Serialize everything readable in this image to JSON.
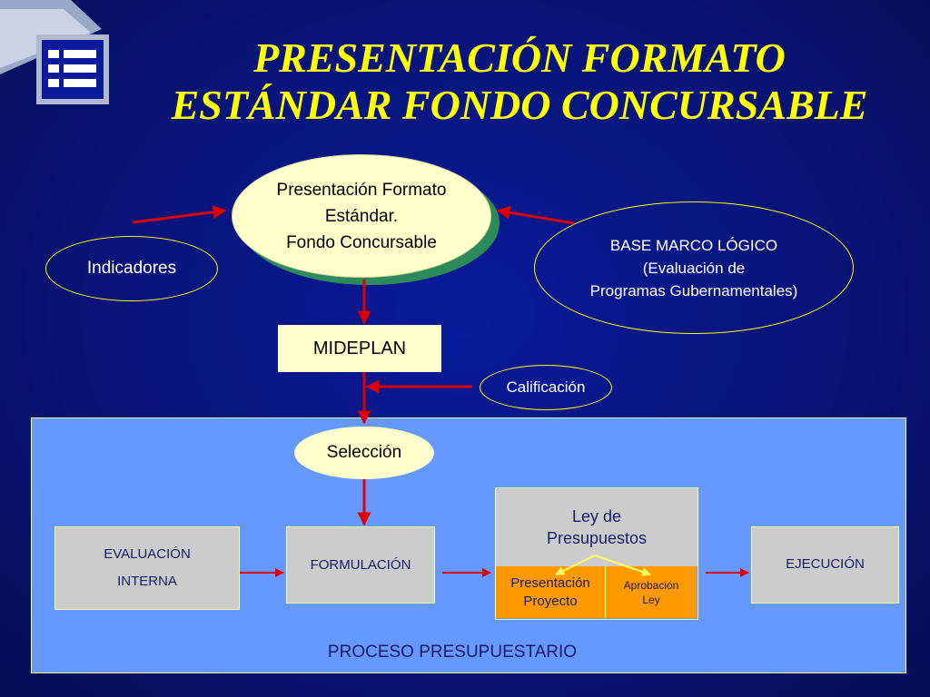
{
  "title": {
    "line1": "PRESENTACIÓN FORMATO",
    "line2": "ESTÁNDAR FONDO CONCURSABLE"
  },
  "logo_icon": "list-icon",
  "colors": {
    "title": "#ffff00",
    "arrows": "#dd0000",
    "panel": "#6699ff",
    "cream": "#ffffcc",
    "orange": "#ff9900"
  },
  "nodes": {
    "presentacion": [
      "Presentación Formato",
      "Estándar.",
      "Fondo Concursable"
    ],
    "indicadores": "Indicadores",
    "base": [
      "BASE MARCO LÓGICO",
      "(Evaluación de",
      "Programas Gubernamentales)"
    ],
    "mideplan": "MIDEPLAN",
    "calificacion": "Calificación",
    "seleccion": "Selección",
    "evaluacion": [
      "EVALUACIÓN",
      "INTERNA"
    ],
    "formulacion": "FORMULACIÓN",
    "ley": [
      "Ley de",
      "Presupuestos"
    ],
    "presentacion_proyecto": [
      "Presentación",
      "Proyecto"
    ],
    "aprobacion_ley": [
      "Aprobación",
      "Ley"
    ],
    "ejecucion": "EJECUCIÓN",
    "proceso": "PROCESO PRESUPUESTARIO"
  }
}
